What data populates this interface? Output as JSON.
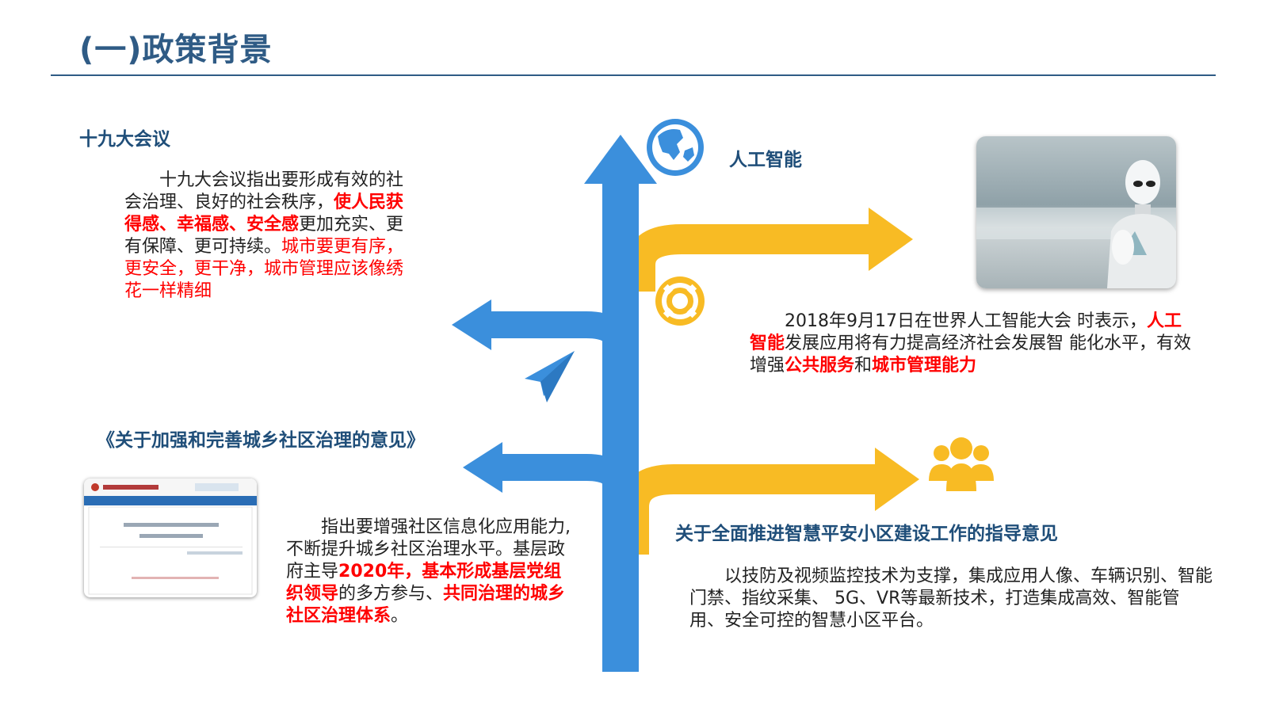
{
  "slide": {
    "title": "(一)政策背景"
  },
  "section_19th": {
    "heading": "十九大会议",
    "para": {
      "part1": "十九大会议指出要形成有效的社会治理、良好的社会秩序，",
      "part2_red": "使人民获得感、幸福感、安全感",
      "part3": "更加充实、更有保障、更可持续。",
      "part4_red": "城市要更有序，更安全，更干净，城市管理应该像绣花一样精细"
    }
  },
  "section_ai": {
    "heading": "人工智能",
    "para": {
      "part1": "2018年9月17日在世界人工智能大会 时表示，",
      "part2_red": "人工智能",
      "part3": "发展应用将有力提高经济社会发展智 能化水平，有效增强",
      "part4_red": "公共服务",
      "part5": "和",
      "part6_red": "城市管理能力"
    }
  },
  "section_opinion": {
    "heading": "《关于加强和完善城乡社区治理的意见》",
    "para": {
      "part1": "指出要增强社区信息化应用能力,不断提升城乡社区治理水平。基层政府主导",
      "part2_red": "2020年，基本形成基层党组织领导",
      "part3": "的多方参与、",
      "part4_red": "共同治理的城乡社区治理体系",
      "part5": "。"
    }
  },
  "section_smart": {
    "heading": "关于全面推进智慧平安小区建设工作的指导意见",
    "para": "以技防及视频监控技术为支撑，集成应用人像、车辆识别、智能门禁、指纹采集、 5G、VR等最新技术，打造集成高效、智能管用、安全可控的智慧小区平台。"
  },
  "colors": {
    "title": "#2f5b85",
    "heading": "#1f4e79",
    "blue_arrow": "#3b8fdc",
    "yellow_arrow": "#f8bb24",
    "highlight": "#ff0000"
  },
  "icons": [
    "globe-icon",
    "lifebuoy-icon",
    "paper-plane-icon",
    "people-icon"
  ]
}
